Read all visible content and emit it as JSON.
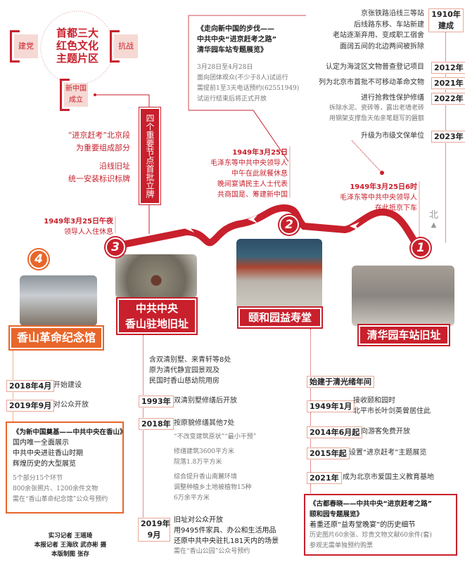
{
  "hub": {
    "title_lines": [
      "首都三大",
      "红色文化",
      "主题片区"
    ],
    "left": "建党",
    "right": "抗战",
    "bottom": "新中国成立"
  },
  "vertical_banner": "四个重要节点首批立牌",
  "left_notes": [
    "“进京赶考”北京段",
    "为重要组成部分",
    "沿线旧址",
    "统一安装标识标牌"
  ],
  "exhibit_top": {
    "title_lines": [
      "《走向新中国的步伐——",
      "中共中央“进京赶考之路”",
      "清华园车站专题展览》"
    ],
    "details": [
      "3月28日至4月28日",
      "面向团体观众(不少于8人)试运行",
      "需提前1至3天电话预约(62551949)",
      "试运行结束后将正式开放"
    ]
  },
  "qinghua_timeline": [
    {
      "year": "1910年建成",
      "year_lines": [
        "1910年",
        "建成"
      ],
      "text": [
        "京张铁路沿线三等站",
        "后线路东移、车站新建",
        "老站逐渐弃用、变成职工宿舍",
        "面阔五间的北边两间被拆除"
      ]
    },
    {
      "year": "2012年",
      "text": [
        "认定为海淀区文物普查登记项目"
      ]
    },
    {
      "year": "2021年",
      "text": [
        "列为北京市首批不可移动革命文物"
      ]
    },
    {
      "year": "2022年",
      "text": [
        "进行抢救性保护修缮"
      ],
      "sub": [
        "拆除水泥、瓷砖等，露出老墙老砖",
        "用钢架支撑詹天佑亲笔题写的匾额"
      ]
    },
    {
      "year": "2023年",
      "text": [
        "升级为市级文保单位"
      ]
    }
  ],
  "events": {
    "e2": {
      "date": "1949年3月25日",
      "lines": [
        "毛泽东等中共中央领导人",
        "中午在此就餐休息",
        "晚间宴请民主人士代表",
        "共商国是、筹建新中国"
      ]
    },
    "e1": {
      "date": "1949年3月25日6时",
      "lines": [
        "毛泽东等中共中央领导人",
        "在此抵京下车"
      ]
    },
    "e3": {
      "date": "1949年3月25日午夜",
      "lines": [
        "领导人入住休息"
      ]
    }
  },
  "compass": "北",
  "sites": [
    {
      "num": "1",
      "name": "清华园车站旧址"
    },
    {
      "num": "2",
      "name": "颐和园益寿堂"
    },
    {
      "num": "3",
      "name": "中共中央香山驻地旧址",
      "name_lines": [
        "中共中央",
        "香山驻地旧址"
      ]
    },
    {
      "num": "4",
      "name": "香山革命纪念馆"
    }
  ],
  "museum_timeline": [
    {
      "year": "2018年4月",
      "text": "开始建设"
    },
    {
      "year": "2019年9月",
      "text": "对公众开放"
    }
  ],
  "museum_exhibit": {
    "title": "《为新中国奠基——中共中央在香山》",
    "lines": [
      "国内唯一全面展示",
      "中共中央进驻香山时期",
      "辉煌历史的大型展览"
    ],
    "details": [
      "5个部分15个环节",
      "800余张照片、1200余件文物",
      "需在“香山革命纪念馆”公众号预约"
    ]
  },
  "credits": [
    "实习记者 王瑶琦",
    "本报记者 王海欣 武亦彬 摄",
    "本版制图 张存"
  ],
  "xiangshan": {
    "intro": [
      "含双清别墅、来青轩等8处",
      "原为清代静宜园景观及",
      "民国时香山慈幼院用房"
    ],
    "t1993": {
      "year": "1993年",
      "text": "双清别墅修缮后开放"
    },
    "t2018": {
      "year": "2018年",
      "text": "按原貌修缮其他7处",
      "sub": [
        "“不改变建筑原状”“最小干预”",
        "修缮建筑3600平方米",
        "院落1.8万平方米",
        "综合提升香山南麓环境",
        "调整种植乡土地被植物15种",
        "6万余平方米"
      ]
    },
    "t2019": {
      "year": "2019年9月",
      "year_lines": [
        "2019年",
        "9月"
      ],
      "lines": [
        "旧址对公众开放",
        "用9495件家具、办公和生活用品",
        "还原中共中央驻扎181天内的场景"
      ],
      "note": "需在“香山公园”公众号预约"
    }
  },
  "yiheyuan": {
    "start": "始建于清光绪年间",
    "items": [
      {
        "year": "1949年1月",
        "lines": [
          "接收颐和园时",
          "北平市长叶剑英曾居住此"
        ]
      },
      {
        "year": "2014年6月起",
        "lines": [
          "向游客免费开放"
        ]
      },
      {
        "year": "2015年起",
        "lines": [
          "设置“进京赶考”主题展览"
        ]
      },
      {
        "year": "2021年",
        "lines": [
          "成为北京市爱国主义教育基地"
        ]
      }
    ],
    "exhibit": {
      "title_lines": [
        "《古都春晓——中共中央“进京赶考之路”",
        "颐和园专题展览》"
      ],
      "highlight": "着重还原“益寿堂晚宴”的历史细节",
      "details": [
        "历史图片60余张、珍贵文物文献60余件(套)",
        "参观无需单独预约购票"
      ]
    }
  },
  "colors": {
    "red": "#c8202c",
    "orange": "#e8662a",
    "pink": "#f6d9d4"
  }
}
